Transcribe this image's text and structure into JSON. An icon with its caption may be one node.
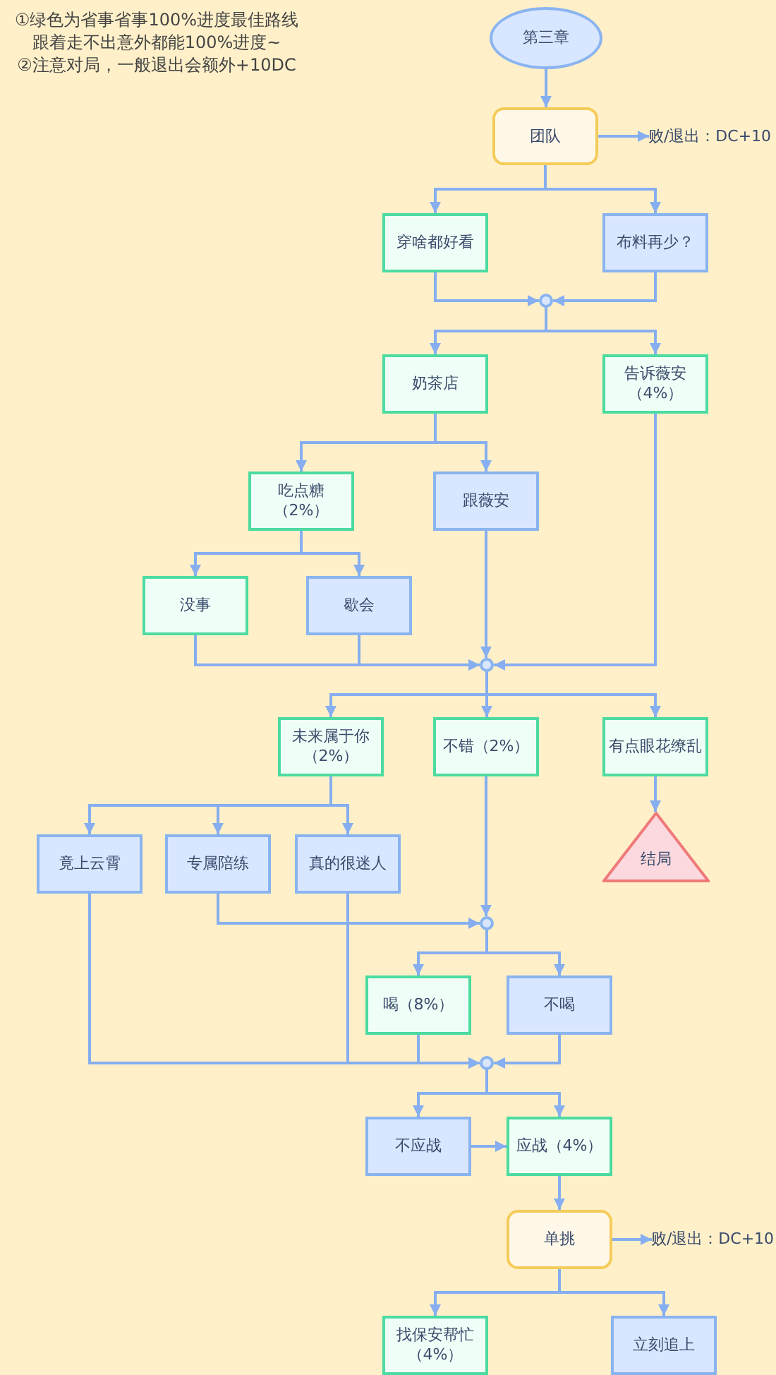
{
  "diagram": {
    "nodes": [
      {
        "text": [
          "第三章"
        ]
      },
      {
        "text": [
          "团队"
        ]
      },
      {
        "text": [
          "败/退出：DC+10"
        ]
      },
      {
        "text": [
          "穿啥都好看"
        ]
      },
      {
        "text": [
          "布料再少？"
        ]
      },
      {
        "text": [],
        "shape": "circle"
      },
      {
        "text": [
          "奶茶店"
        ]
      },
      {
        "text": [
          "告诉薇安（4%）"
        ]
      },
      {
        "text": [
          "吃点糖（2%）"
        ]
      },
      {
        "text": [
          "跟薇安"
        ]
      },
      {
        "text": [
          "没事"
        ]
      },
      {
        "text": [
          "歇会"
        ]
      },
      {
        "text": [],
        "shape": "circle"
      },
      {
        "text": [
          "未来属于你（2%）"
        ]
      },
      {
        "text": [
          "不错（2%）"
        ]
      },
      {
        "text": [
          "有点眼花缭乱"
        ]
      },
      {
        "text": [
          "结局"
        ]
      },
      {
        "text": [
          "竟上云霄"
        ]
      },
      {
        "text": [
          "专属陪练"
        ]
      },
      {
        "text": [
          "真的很迷人"
        ]
      },
      {
        "text": [],
        "shape": "circle"
      },
      {
        "text": [
          "喝（8%）"
        ]
      },
      {
        "text": [
          "不喝"
        ]
      },
      {
        "text": [],
        "shape": "circle"
      },
      {
        "text": [
          "不应战"
        ]
      },
      {
        "text": [
          "应战（4%）"
        ]
      },
      {
        "text": [
          "单挑"
        ]
      },
      {
        "text": [
          "败/退出：DC+10"
        ]
      },
      {
        "text": [
          "找保安帮忙（4%）"
        ]
      },
      {
        "text": [
          "立刻追上"
        ]
      }
    ],
    "edges": [
      {
        "from": 0,
        "to": 1,
        "arrow": "to"
      },
      {
        "from": 1,
        "to": 2,
        "arrow": "to"
      },
      {
        "from": 1,
        "to": 3,
        "arrow": "to"
      },
      {
        "from": 1,
        "to": 4,
        "arrow": "to"
      },
      {
        "from": 3,
        "to": 5,
        "arrow": "to"
      },
      {
        "from": 4,
        "to": 5,
        "arrow": "to"
      },
      {
        "from": 5,
        "to": 6,
        "arrow": "to"
      },
      {
        "from": 5,
        "to": 7,
        "arrow": "to"
      },
      {
        "from": 6,
        "to": 8,
        "arrow": "to"
      },
      {
        "from": 6,
        "to": 9,
        "arrow": "to"
      },
      {
        "from": 8,
        "to": 10,
        "arrow": "to"
      },
      {
        "from": 8,
        "to": 11,
        "arrow": "to"
      },
      {
        "from": 10,
        "to": 12,
        "arrow": "to"
      },
      {
        "from": 11,
        "to": 12,
        "arrow": "to"
      },
      {
        "from": 9,
        "to": 12,
        "arrow": "to"
      },
      {
        "from": 7,
        "to": 12,
        "arrow": "to"
      },
      {
        "from": 12,
        "to": 13,
        "arrow": "to"
      },
      {
        "from": 12,
        "to": 14,
        "arrow": "to"
      },
      {
        "from": 12,
        "to": 15,
        "arrow": "to"
      },
      {
        "from": 15,
        "to": 16,
        "arrow": "to"
      },
      {
        "from": 13,
        "to": 17,
        "arrow": "to"
      },
      {
        "from": 13,
        "to": 18,
        "arrow": "to"
      },
      {
        "from": 13,
        "to": 19,
        "arrow": "to"
      },
      {
        "from": 18,
        "to": 20,
        "arrow": "to"
      },
      {
        "from": 14,
        "to": 20,
        "arrow": "to"
      },
      {
        "from": 20,
        "to": 21,
        "arrow": "to"
      },
      {
        "from": 20,
        "to": 22,
        "arrow": "to"
      },
      {
        "from": 17,
        "to": 23,
        "arrow": "to"
      },
      {
        "from": 19,
        "to": 23,
        "arrow": "to"
      },
      {
        "from": 21,
        "to": 23,
        "arrow": "to"
      },
      {
        "from": 22,
        "to": 23,
        "arrow": "to"
      },
      {
        "from": 23,
        "to": 24,
        "arrow": "to"
      },
      {
        "from": 23,
        "to": 25,
        "arrow": "to"
      },
      {
        "from": 24,
        "to": 25,
        "arrow": "to"
      },
      {
        "from": 25,
        "to": 26,
        "arrow": "to"
      },
      {
        "from": 26,
        "to": 27,
        "arrow": "to"
      },
      {
        "from": 26,
        "to": 28,
        "arrow": "to"
      },
      {
        "from": 26,
        "to": 29,
        "arrow": "to"
      }
    ],
    "labels": [
      "①绿色为省事省事100%进度最佳路线跟着走不出意外都能100%进度~",
      "②注意对局，一般退出会额外+10DC"
    ]
  }
}
